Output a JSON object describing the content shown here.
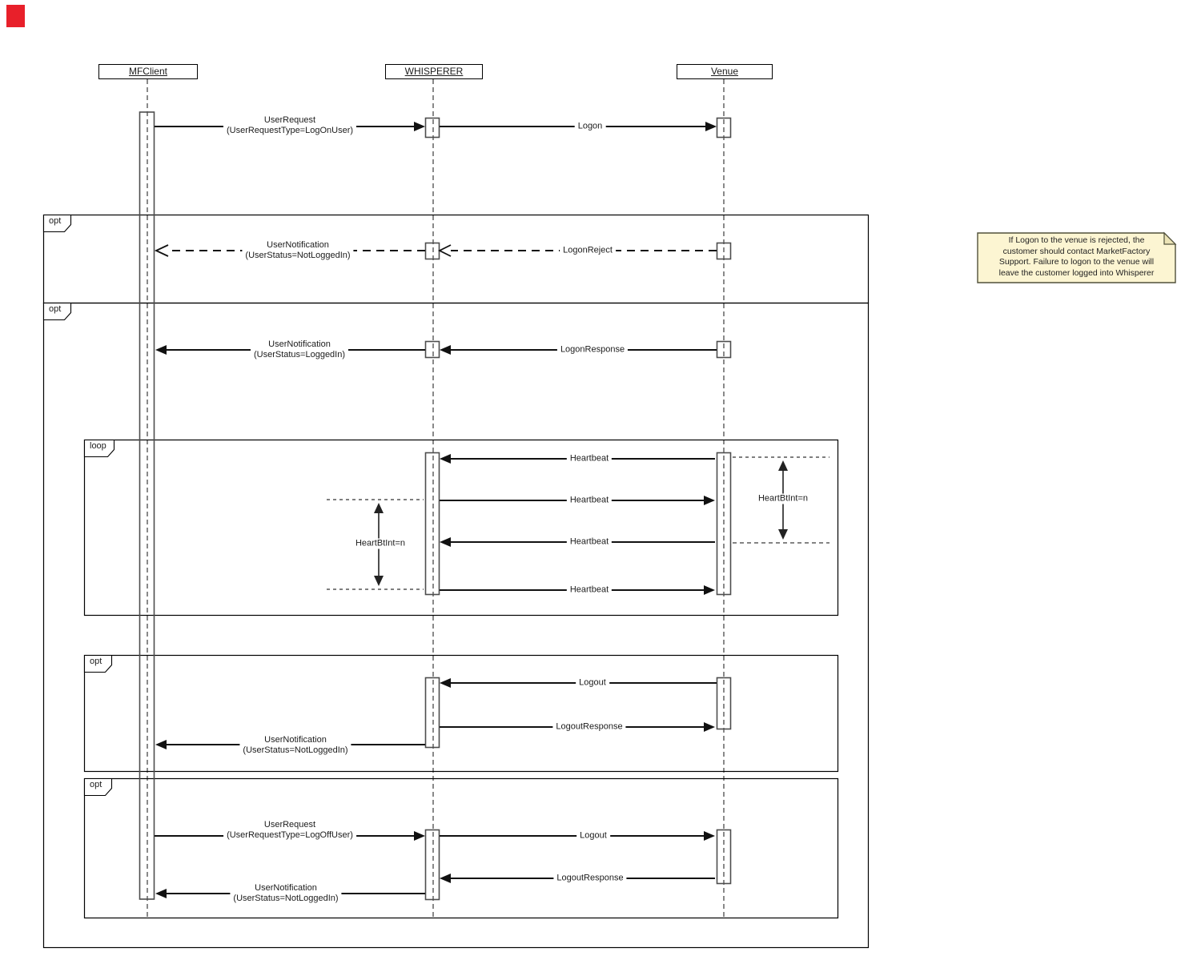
{
  "diagram": {
    "marker_color": "#e8202a",
    "actors": [
      {
        "name": "MFClient"
      },
      {
        "name": "WHISPERER"
      },
      {
        "name": "Venue"
      }
    ],
    "fragments": {
      "opt_reject": "opt",
      "opt_outer": "opt",
      "loop_heartbeat": "loop",
      "opt_logout_venue": "opt",
      "opt_logout_client": "opt"
    },
    "messages": {
      "user_request_logon": {
        "line1": "UserRequest",
        "line2": "(UserRequestType=LogOnUser)"
      },
      "logon": "Logon",
      "notify_not_logged_in": {
        "line1": "UserNotification",
        "line2": "(UserStatus=NotLoggedIn)"
      },
      "logon_reject": "LogonReject",
      "notify_logged_in": {
        "line1": "UserNotification",
        "line2": "(UserStatus=LoggedIn)"
      },
      "logon_response": "LogonResponse",
      "heartbeat": "Heartbeat",
      "logout": "Logout",
      "logout_response": "LogoutResponse",
      "user_request_logoff": {
        "line1": "UserRequest",
        "line2": "(UserRequestType=LogOffUser)"
      }
    },
    "interval_label": "HeartBtInt=n",
    "note": {
      "bg_color": "#fcf5d2",
      "lines": [
        "If Logon to the venue is rejected, the",
        "customer should contact MarketFactory",
        "Support. Failure to logon to the venue will",
        "leave the customer logged into Whisperer"
      ]
    }
  }
}
